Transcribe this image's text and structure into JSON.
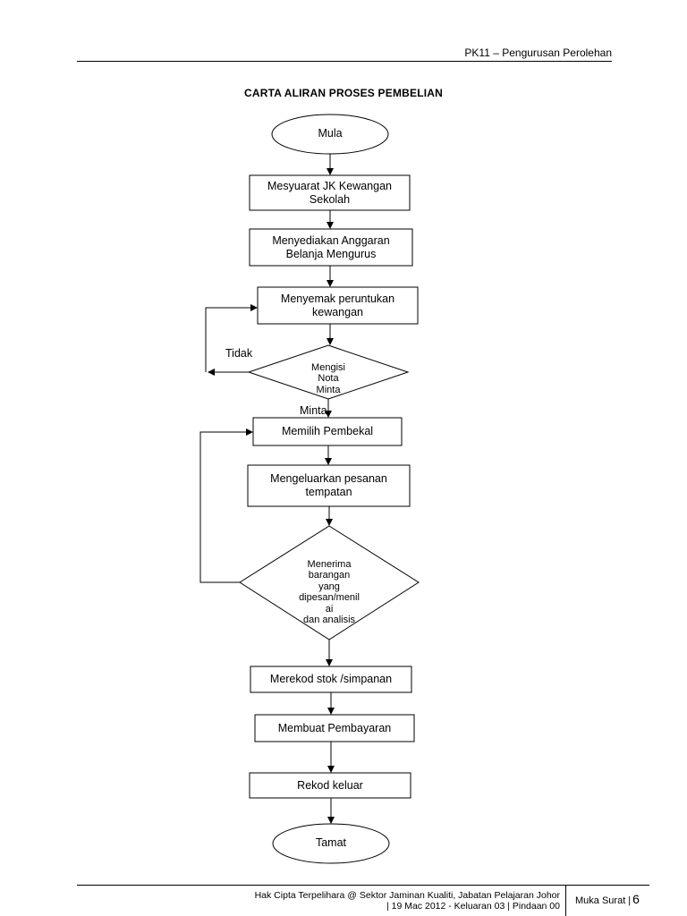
{
  "header": {
    "text": "PK11  –  Pengurusan Perolehan"
  },
  "diagram": {
    "title": "CARTA ALIRAN PROSES PEMBELIAN",
    "nodes": {
      "start": "Mula",
      "meeting": "Mesyuarat JK Kewangan\nSekolah",
      "budget": "Menyediakan Anggaran\nBelanja Mengurus",
      "review": "Menyemak peruntukan\nkewangan",
      "decision_note": "Mengisi\nNota\nMinta",
      "decision_note_overflow": "Minta",
      "supplier": "Memilih Pembekal",
      "order": "Mengeluarkan pesanan\ntempatan",
      "decision_receive": "Menerima\nbarangan\nyang\ndipesan/menil\nai\ndan analisis",
      "stock": "Merekod stok /simpanan",
      "payment": "Membuat Pembayaran",
      "record_out": "Rekod keluar",
      "end": "Tamat"
    },
    "edge_labels": {
      "no": "Tidak"
    }
  },
  "footer": {
    "copyright_line1": "Hak Cipta Terpelihara @ Sektor Jaminan Kualiti, Jabatan Pelajaran Johor",
    "copyright_line2": "| 19 Mac 2012  -   Keluaran 03   |  Pindaan 00",
    "page_label": "Muka Surat |",
    "page_number": "6"
  }
}
